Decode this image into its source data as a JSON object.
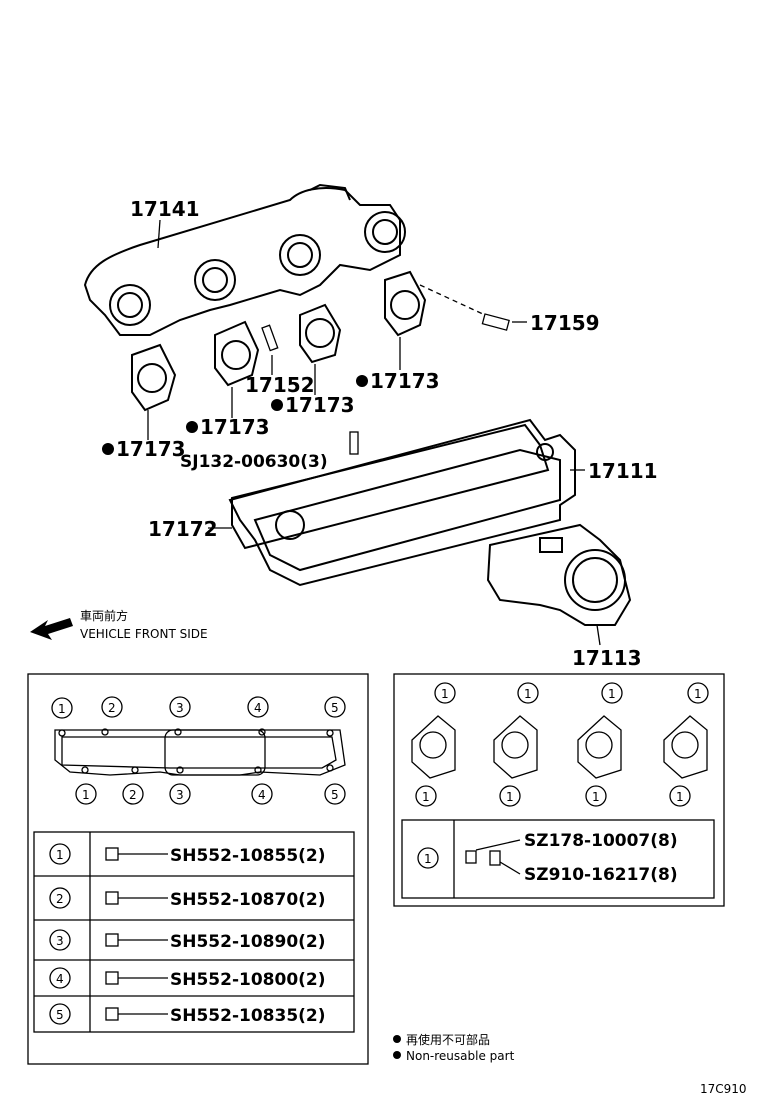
{
  "callouts": {
    "exhaust_manifold": "17141",
    "stud_right": "17159",
    "stud_center": "17152",
    "gasket_a": "17173",
    "gasket_b": "17173",
    "gasket_c": "17173",
    "gasket_d": "17173",
    "bolt_spec": "SJ132-00630(3)",
    "insulator_upper": "17111",
    "gasket_long": "17172",
    "outlet": "17113"
  },
  "orientation": {
    "jp": "車両前方",
    "en": "VEHICLE FRONT SIDE"
  },
  "legend_table_left": [
    {
      "no": "1",
      "part": "SH552-10855(2)"
    },
    {
      "no": "2",
      "part": "SH552-10870(2)"
    },
    {
      "no": "3",
      "part": "SH552-10890(2)"
    },
    {
      "no": "4",
      "part": "SH552-10800(2)"
    },
    {
      "no": "5",
      "part": "SH552-10835(2)"
    }
  ],
  "legend_table_right": [
    {
      "no": "1",
      "part_a": "SZ178-10007(8)",
      "part_b": "SZ910-16217(8)"
    }
  ],
  "gasket_markers_top": [
    "1",
    "2",
    "3",
    "4",
    "5"
  ],
  "gasket_markers_bottom": [
    "1",
    "2",
    "3",
    "4",
    "5"
  ],
  "flange_markers": [
    "1",
    "1",
    "1",
    "1"
  ],
  "notes": {
    "jp": "再使用不可部品",
    "en": "Non-reusable part"
  },
  "figure_id": "17C910"
}
